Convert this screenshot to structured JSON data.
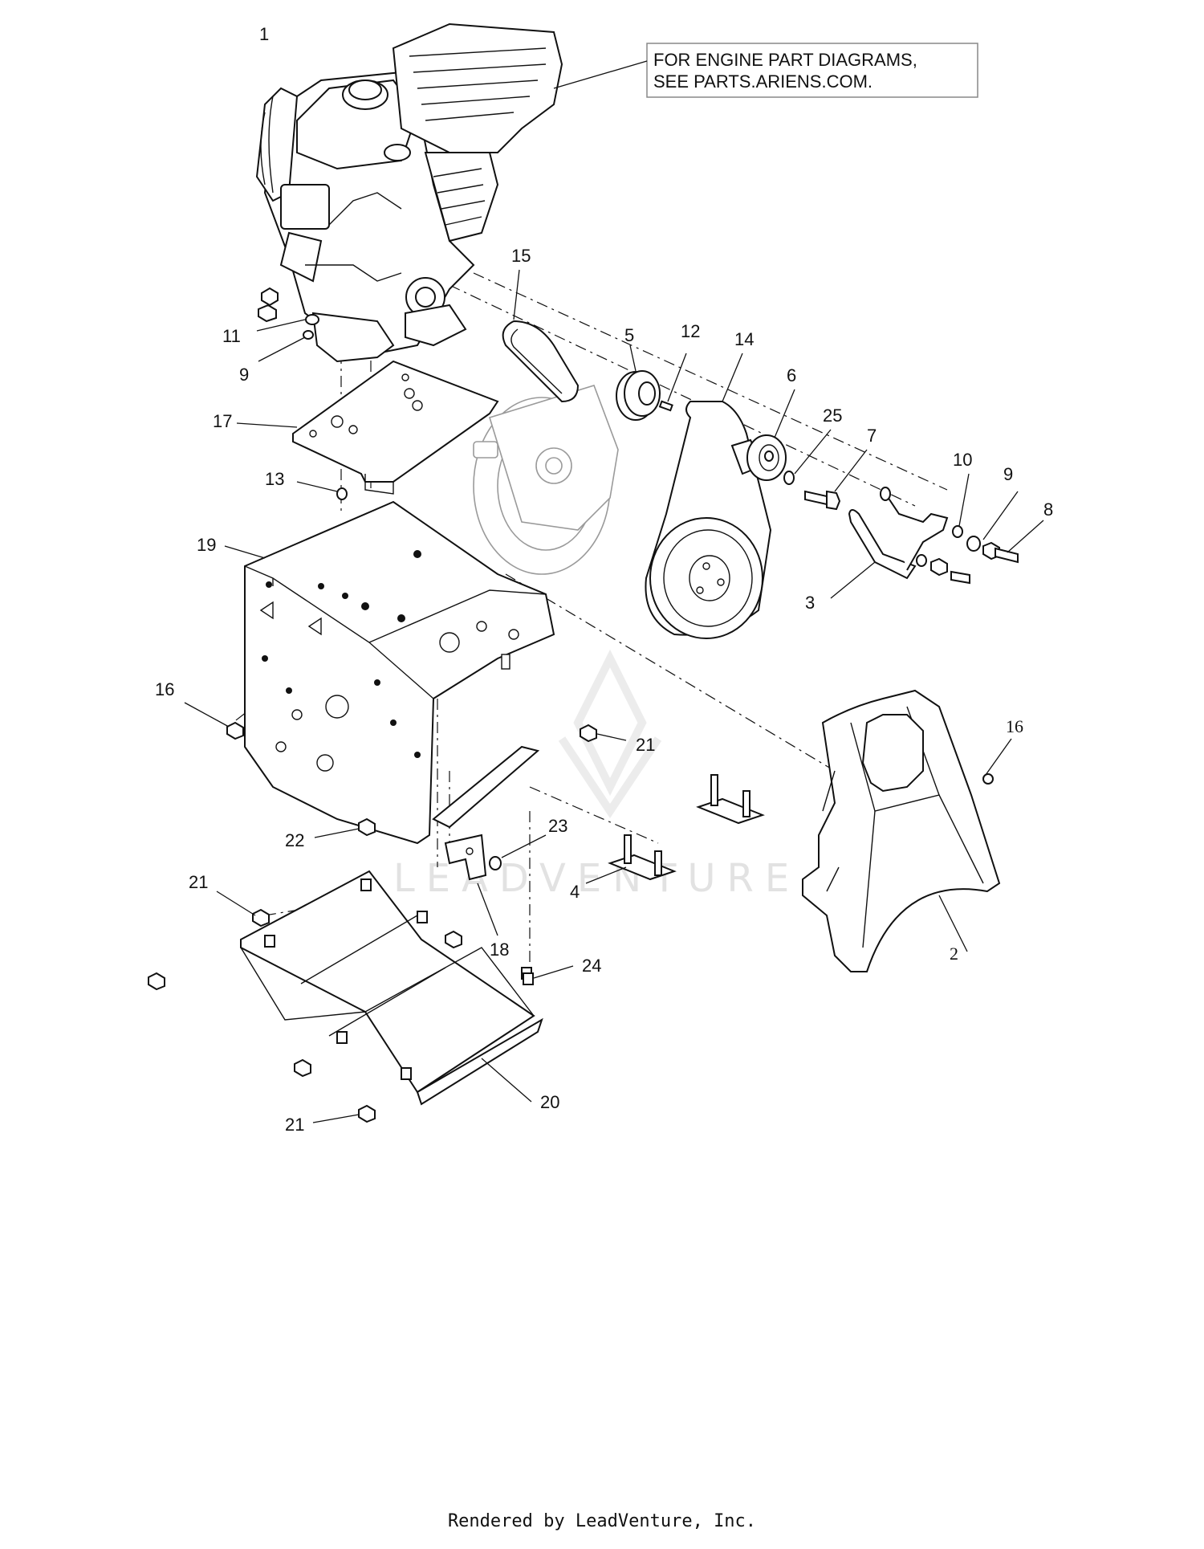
{
  "note": {
    "line1": "FOR ENGINE PART DIAGRAMS,",
    "line2": "SEE PARTS.ARIENS.COM."
  },
  "watermark": "LEADVENTURE",
  "footer": "Rendered by LeadVenture, Inc.",
  "callouts": [
    {
      "id": "c1",
      "label": "1"
    },
    {
      "id": "c2",
      "label": "2"
    },
    {
      "id": "c3",
      "label": "3"
    },
    {
      "id": "c4",
      "label": "4"
    },
    {
      "id": "c5",
      "label": "5"
    },
    {
      "id": "c6",
      "label": "6"
    },
    {
      "id": "c7",
      "label": "7"
    },
    {
      "id": "c8",
      "label": "8"
    },
    {
      "id": "c9a",
      "label": "9"
    },
    {
      "id": "c9b",
      "label": "9"
    },
    {
      "id": "c10",
      "label": "10"
    },
    {
      "id": "c11",
      "label": "11"
    },
    {
      "id": "c12",
      "label": "12"
    },
    {
      "id": "c13",
      "label": "13"
    },
    {
      "id": "c14",
      "label": "14"
    },
    {
      "id": "c15",
      "label": "15"
    },
    {
      "id": "c16a",
      "label": "16"
    },
    {
      "id": "c16b",
      "label": "16"
    },
    {
      "id": "c17",
      "label": "17"
    },
    {
      "id": "c18",
      "label": "18"
    },
    {
      "id": "c19",
      "label": "19"
    },
    {
      "id": "c20",
      "label": "20"
    },
    {
      "id": "c21a",
      "label": "21"
    },
    {
      "id": "c21b",
      "label": "21"
    },
    {
      "id": "c21c",
      "label": "21"
    },
    {
      "id": "c22",
      "label": "22"
    },
    {
      "id": "c23",
      "label": "23"
    },
    {
      "id": "c24",
      "label": "24"
    },
    {
      "id": "c25",
      "label": "25"
    }
  ]
}
